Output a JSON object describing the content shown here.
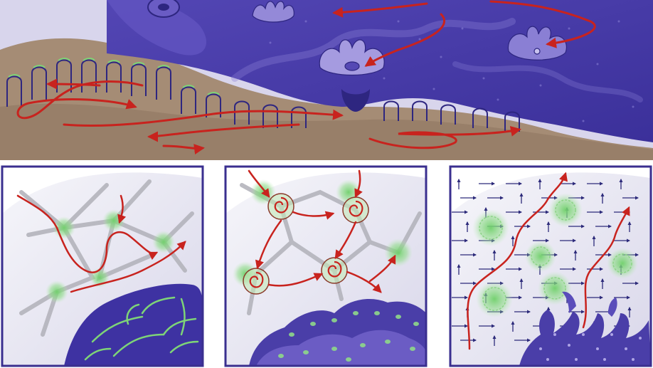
{
  "figure": {
    "top_panel": {
      "id": "colony-cross-section"
    },
    "bottom_panels": [
      {
        "id": "polyp-network-panel"
      },
      {
        "id": "spiral-polyp-panel"
      },
      {
        "id": "branching-flow-panel"
      }
    ]
  },
  "colors": {
    "sediment": "#a58c75",
    "sediment_dark": "#8c745f",
    "tissue": "#4a3ea8",
    "tissue_dark": "#2e2680",
    "tissue_light": "#7466c8",
    "panel_bg": "#ecebf4",
    "panel_border": "#3a2f8f",
    "flow_red": "#c8231e",
    "polyp_green": "#6fd06a",
    "flow_blue": "#2c2a7a",
    "skeleton_grey": "#b4b4bc"
  }
}
